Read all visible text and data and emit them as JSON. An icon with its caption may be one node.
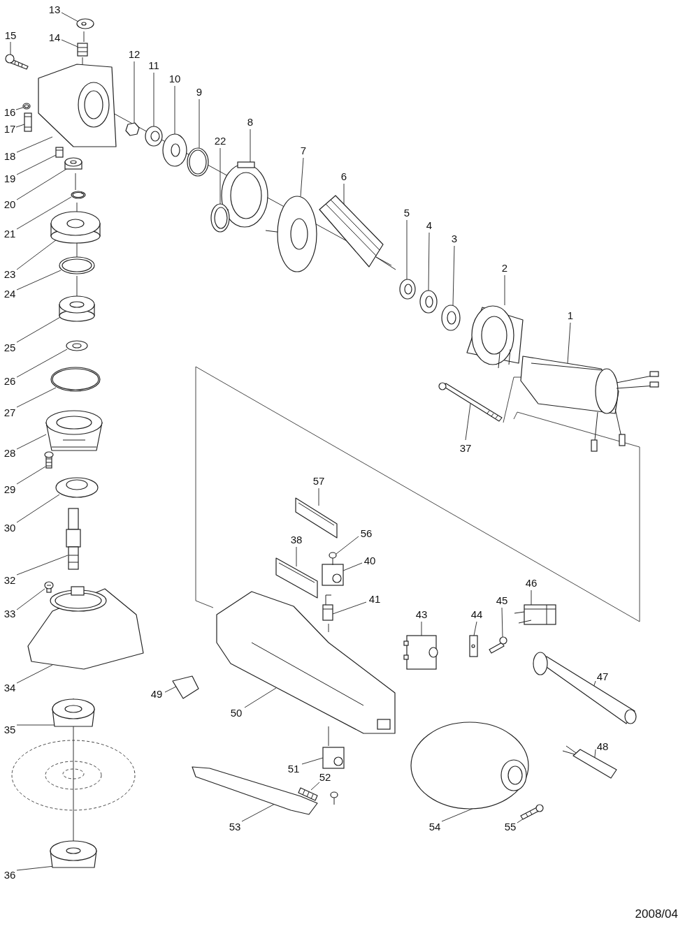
{
  "diagram": {
    "nodes": [
      {
        "text": [
          "1"
        ]
      },
      {
        "text": [],
        "shape": "picture"
      },
      {
        "text": [
          "2"
        ]
      },
      {
        "text": [],
        "shape": "picture"
      },
      {
        "text": [
          "3"
        ]
      },
      {
        "text": [],
        "shape": "picture"
      },
      {
        "text": [
          "4"
        ]
      },
      {
        "text": [],
        "shape": "picture"
      },
      {
        "text": [
          "5"
        ]
      },
      {
        "text": [],
        "shape": "picture"
      },
      {
        "text": [
          "6"
        ]
      },
      {
        "text": [],
        "shape": "picture"
      },
      {
        "text": [
          "7"
        ]
      },
      {
        "text": [],
        "shape": "picture"
      },
      {
        "text": [
          "8"
        ]
      },
      {
        "text": [],
        "shape": "picture"
      },
      {
        "text": [
          "9"
        ]
      },
      {
        "text": [],
        "shape": "picture"
      },
      {
        "text": [
          "10"
        ]
      },
      {
        "text": [],
        "shape": "picture"
      },
      {
        "text": [
          "11"
        ]
      },
      {
        "text": [],
        "shape": "picture"
      },
      {
        "text": [
          "12"
        ]
      },
      {
        "text": [],
        "shape": "picture"
      },
      {
        "text": [
          "13"
        ]
      },
      {
        "text": [],
        "shape": "picture"
      },
      {
        "text": [
          "14"
        ]
      },
      {
        "text": [],
        "shape": "picture"
      },
      {
        "text": [
          "15"
        ]
      },
      {
        "text": [],
        "shape": "picture"
      },
      {
        "text": [
          "16"
        ]
      },
      {
        "text": [],
        "shape": "picture"
      },
      {
        "text": [
          "17"
        ]
      },
      {
        "text": [],
        "shape": "picture"
      },
      {
        "text": [
          "18"
        ]
      },
      {
        "text": [],
        "shape": "picture"
      },
      {
        "text": [
          "19"
        ]
      },
      {
        "text": [],
        "shape": "picture"
      },
      {
        "text": [
          "20"
        ]
      },
      {
        "text": [],
        "shape": "picture"
      },
      {
        "text": [
          "21"
        ]
      },
      {
        "text": [],
        "shape": "picture"
      },
      {
        "text": [
          "22"
        ]
      },
      {
        "text": [],
        "shape": "picture"
      },
      {
        "text": [
          "23"
        ]
      },
      {
        "text": [],
        "shape": "picture"
      },
      {
        "text": [
          "24"
        ]
      },
      {
        "text": [],
        "shape": "picture"
      },
      {
        "text": [
          "25"
        ]
      },
      {
        "text": [],
        "shape": "picture"
      },
      {
        "text": [
          "26"
        ]
      },
      {
        "text": [],
        "shape": "picture"
      },
      {
        "text": [
          "27"
        ]
      },
      {
        "text": [],
        "shape": "picture"
      },
      {
        "text": [
          "28"
        ]
      },
      {
        "text": [],
        "shape": "picture"
      },
      {
        "text": [
          "29"
        ]
      },
      {
        "text": [],
        "shape": "picture"
      },
      {
        "text": [
          "30"
        ]
      },
      {
        "text": [],
        "shape": "picture"
      },
      {
        "text": [
          "32"
        ]
      },
      {
        "text": [],
        "shape": "picture"
      },
      {
        "text": [
          "33"
        ]
      },
      {
        "text": [],
        "shape": "picture"
      },
      {
        "text": [
          "34"
        ]
      },
      {
        "text": [],
        "shape": "picture"
      },
      {
        "text": [
          "35"
        ]
      },
      {
        "text": [],
        "shape": "picture"
      },
      {
        "text": [
          "36"
        ]
      },
      {
        "text": [],
        "shape": "picture"
      },
      {
        "text": [
          "37"
        ]
      },
      {
        "text": [],
        "shape": "picture"
      },
      {
        "text": [
          "38"
        ]
      },
      {
        "text": [],
        "shape": "picture"
      },
      {
        "text": [
          "40"
        ]
      },
      {
        "text": [],
        "shape": "picture"
      },
      {
        "text": [
          "41"
        ]
      },
      {
        "text": [],
        "shape": "picture"
      },
      {
        "text": [
          "43"
        ]
      },
      {
        "text": [],
        "shape": "picture"
      },
      {
        "text": [
          "44"
        ]
      },
      {
        "text": [],
        "shape": "picture"
      },
      {
        "text": [
          "45"
        ]
      },
      {
        "text": [],
        "shape": "picture"
      },
      {
        "text": [
          "46"
        ]
      },
      {
        "text": [],
        "shape": "picture"
      },
      {
        "text": [
          "47"
        ]
      },
      {
        "text": [],
        "shape": "picture"
      },
      {
        "text": [
          "48"
        ]
      },
      {
        "text": [],
        "shape": "picture"
      },
      {
        "text": [
          "49"
        ]
      },
      {
        "text": [],
        "shape": "picture"
      },
      {
        "text": [
          "50"
        ]
      },
      {
        "text": [],
        "shape": "picture"
      },
      {
        "text": [
          "51"
        ]
      },
      {
        "text": [],
        "shape": "picture"
      },
      {
        "text": [
          "52"
        ]
      },
      {
        "text": [],
        "shape": "picture"
      },
      {
        "text": [
          "53"
        ]
      },
      {
        "text": [],
        "shape": "picture"
      },
      {
        "text": [
          "54"
        ]
      },
      {
        "text": [],
        "shape": "picture"
      },
      {
        "text": [
          "55"
        ]
      },
      {
        "text": [],
        "shape": "picture"
      },
      {
        "text": [
          "56"
        ]
      },
      {
        "text": [],
        "shape": "picture"
      },
      {
        "text": [
          "57"
        ]
      },
      {
        "text": [],
        "shape": "picture"
      }
    ],
    "edges": [
      {
        "from": 0,
        "to": 1,
        "arrow": "none"
      },
      {
        "from": 2,
        "to": 3,
        "arrow": "none"
      },
      {
        "from": 4,
        "to": 5,
        "arrow": "none"
      },
      {
        "from": 6,
        "to": 7,
        "arrow": "none"
      },
      {
        "from": 8,
        "to": 9,
        "arrow": "none"
      },
      {
        "from": 10,
        "to": 11,
        "arrow": "none"
      },
      {
        "from": 12,
        "to": 13,
        "arrow": "none"
      },
      {
        "from": 14,
        "to": 15,
        "arrow": "none"
      },
      {
        "from": 16,
        "to": 17,
        "arrow": "none"
      },
      {
        "from": 18,
        "to": 19,
        "arrow": "none"
      },
      {
        "from": 20,
        "to": 21,
        "arrow": "none"
      },
      {
        "from": 22,
        "to": 23,
        "arrow": "none"
      },
      {
        "from": 24,
        "to": 25,
        "arrow": "none"
      },
      {
        "from": 26,
        "to": 27,
        "arrow": "none"
      },
      {
        "from": 28,
        "to": 29,
        "arrow": "none"
      },
      {
        "from": 30,
        "to": 31,
        "arrow": "none"
      },
      {
        "from": 32,
        "to": 33,
        "arrow": "none"
      },
      {
        "from": 34,
        "to": 35,
        "arrow": "none"
      },
      {
        "from": 36,
        "to": 37,
        "arrow": "none"
      },
      {
        "from": 38,
        "to": 39,
        "arrow": "none"
      },
      {
        "from": 40,
        "to": 41,
        "arrow": "none"
      },
      {
        "from": 42,
        "to": 43,
        "arrow": "none"
      },
      {
        "from": 44,
        "to": 45,
        "arrow": "none"
      },
      {
        "from": 46,
        "to": 47,
        "arrow": "none"
      },
      {
        "from": 48,
        "to": 49,
        "arrow": "none"
      },
      {
        "from": 50,
        "to": 51,
        "arrow": "none"
      },
      {
        "from": 52,
        "to": 53,
        "arrow": "none"
      },
      {
        "from": 54,
        "to": 55,
        "arrow": "none"
      },
      {
        "from": 56,
        "to": 57,
        "arrow": "none"
      },
      {
        "from": 58,
        "to": 59,
        "arrow": "none"
      },
      {
        "from": 60,
        "to": 61,
        "arrow": "none"
      },
      {
        "from": 62,
        "to": 63,
        "arrow": "none"
      },
      {
        "from": 64,
        "to": 65,
        "arrow": "none"
      },
      {
        "from": 66,
        "to": 67,
        "arrow": "none"
      },
      {
        "from": 68,
        "to": 69,
        "arrow": "none"
      },
      {
        "from": 70,
        "to": 71,
        "arrow": "none"
      },
      {
        "from": 72,
        "to": 73,
        "arrow": "none"
      },
      {
        "from": 74,
        "to": 75,
        "arrow": "none"
      },
      {
        "from": 76,
        "to": 77,
        "arrow": "none"
      },
      {
        "from": 78,
        "to": 79,
        "arrow": "none"
      },
      {
        "from": 80,
        "to": 81,
        "arrow": "none"
      },
      {
        "from": 82,
        "to": 83,
        "arrow": "none"
      },
      {
        "from": 84,
        "to": 85,
        "arrow": "none"
      },
      {
        "from": 86,
        "to": 87,
        "arrow": "none"
      },
      {
        "from": 88,
        "to": 89,
        "arrow": "none"
      },
      {
        "from": 90,
        "to": 91,
        "arrow": "none"
      },
      {
        "from": 92,
        "to": 93,
        "arrow": "none"
      },
      {
        "from": 94,
        "to": 95,
        "arrow": "none"
      },
      {
        "from": 96,
        "to": 97,
        "arrow": "none"
      },
      {
        "from": 98,
        "to": 99,
        "arrow": "none"
      },
      {
        "from": 100,
        "to": 101,
        "arrow": "none"
      },
      {
        "from": 102,
        "to": 103,
        "arrow": "none"
      },
      {
        "from": 104,
        "to": 105,
        "arrow": "none"
      },
      {
        "from": 106,
        "to": 107,
        "arrow": "none"
      }
    ],
    "labels": [
      "2008/04"
    ]
  }
}
